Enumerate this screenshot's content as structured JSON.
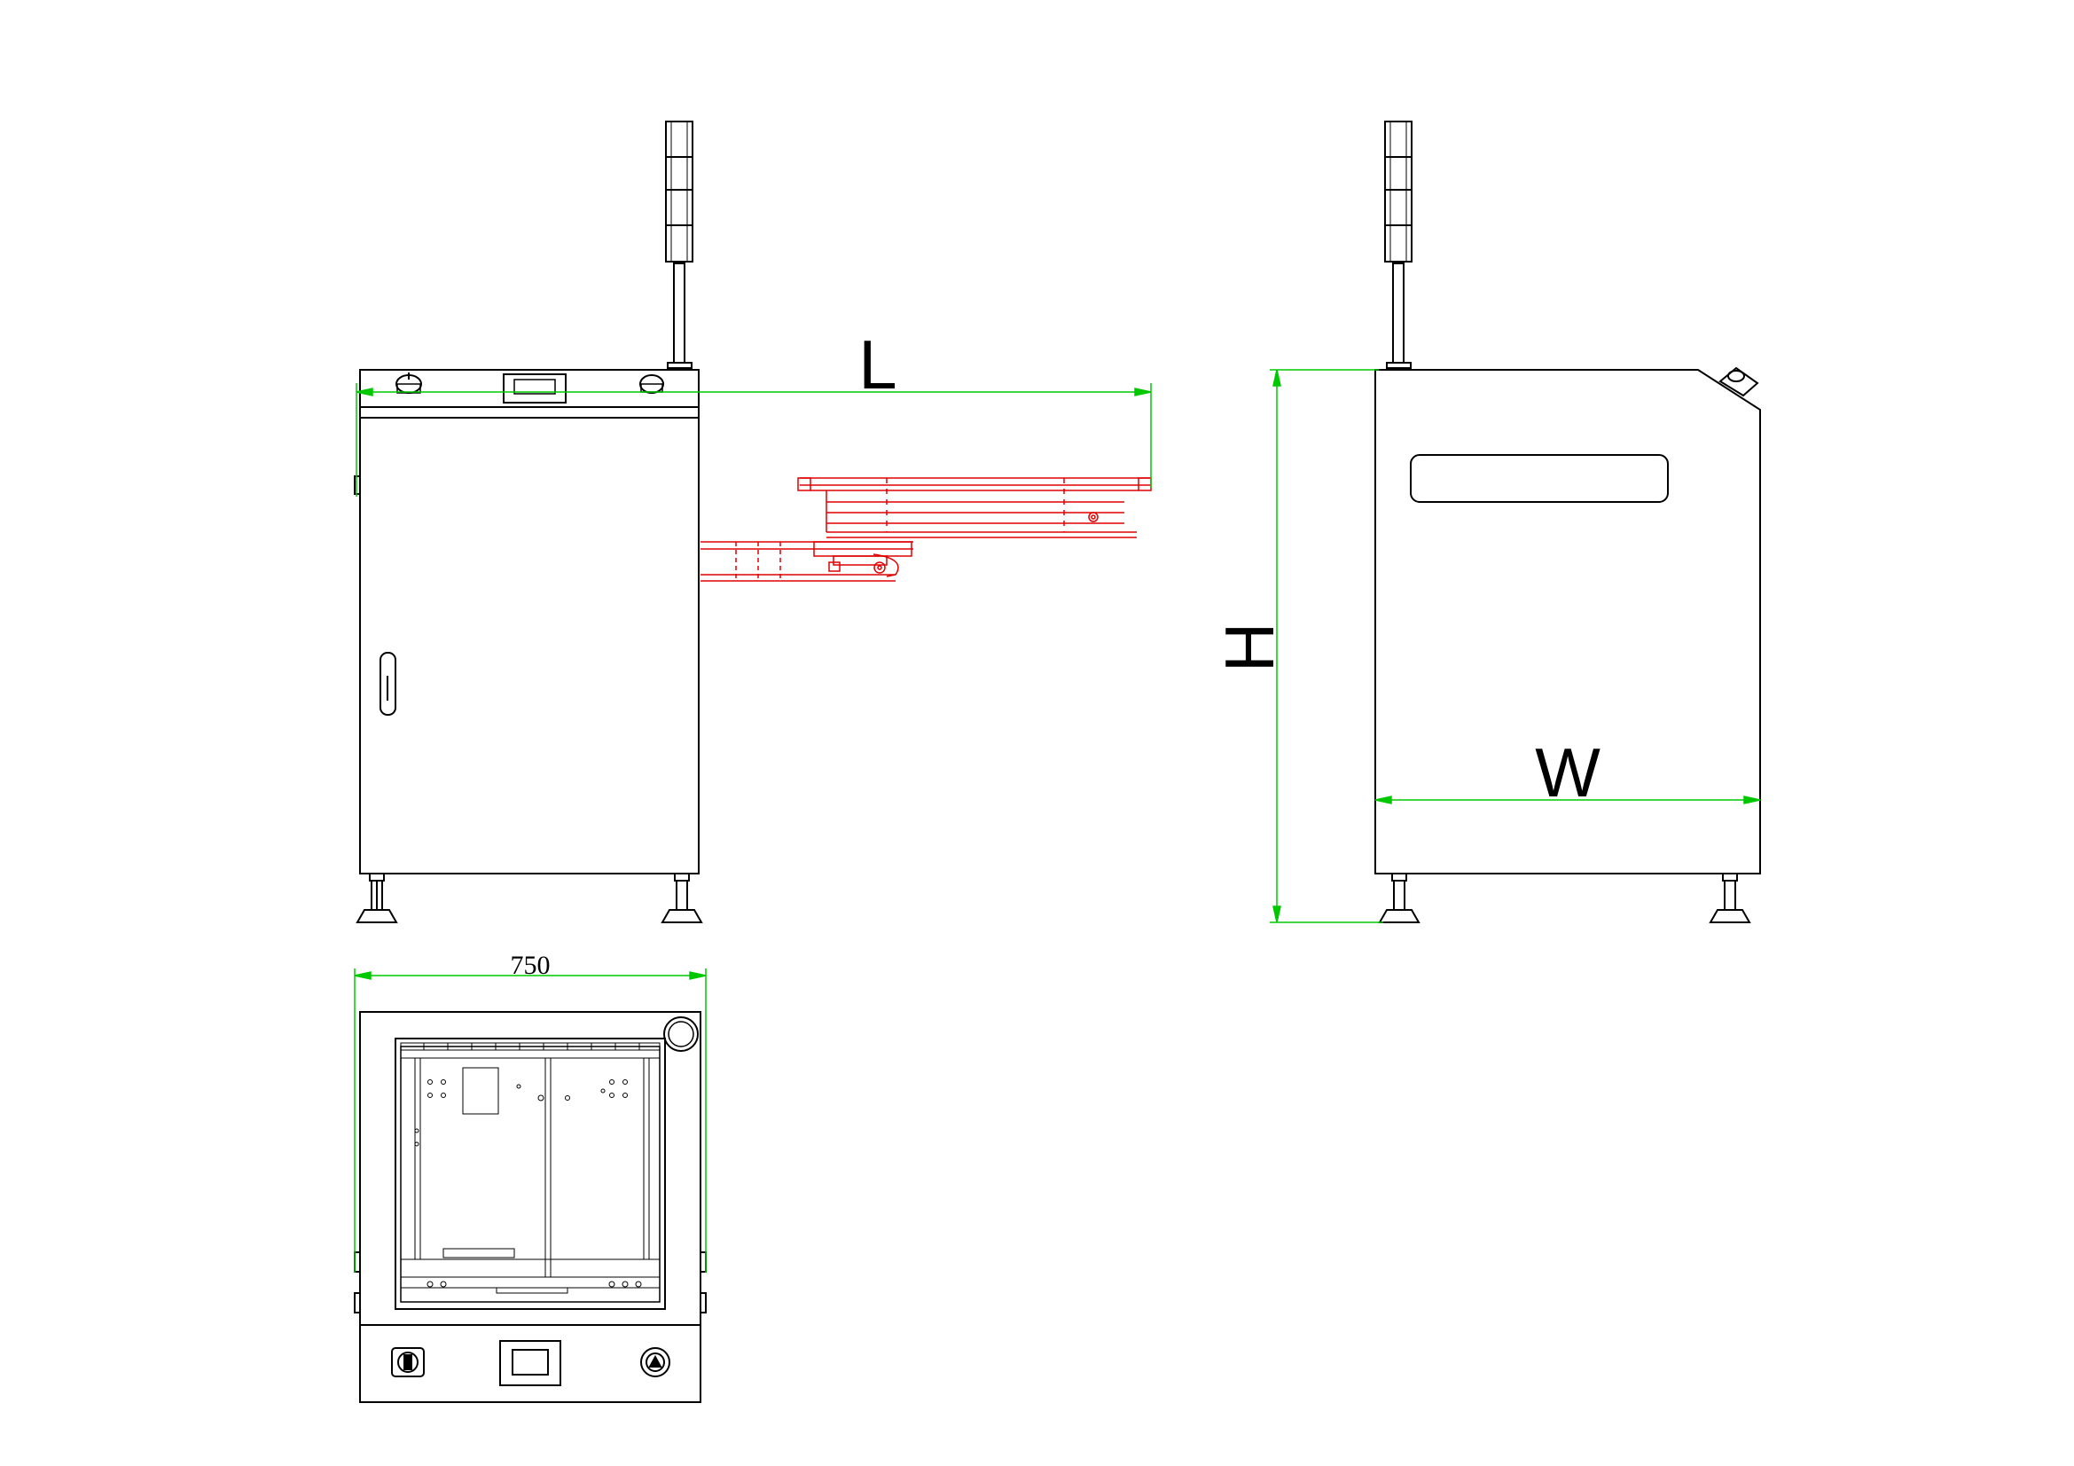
{
  "drawing": {
    "title": "",
    "dimensions": {
      "length_label": "L",
      "height_label": "H",
      "width_label": "W",
      "top_view_width": "750"
    },
    "colors": {
      "line": "#000000",
      "dimension": "#00c800",
      "conveyor": "#e00000",
      "background": "#ffffff"
    }
  }
}
